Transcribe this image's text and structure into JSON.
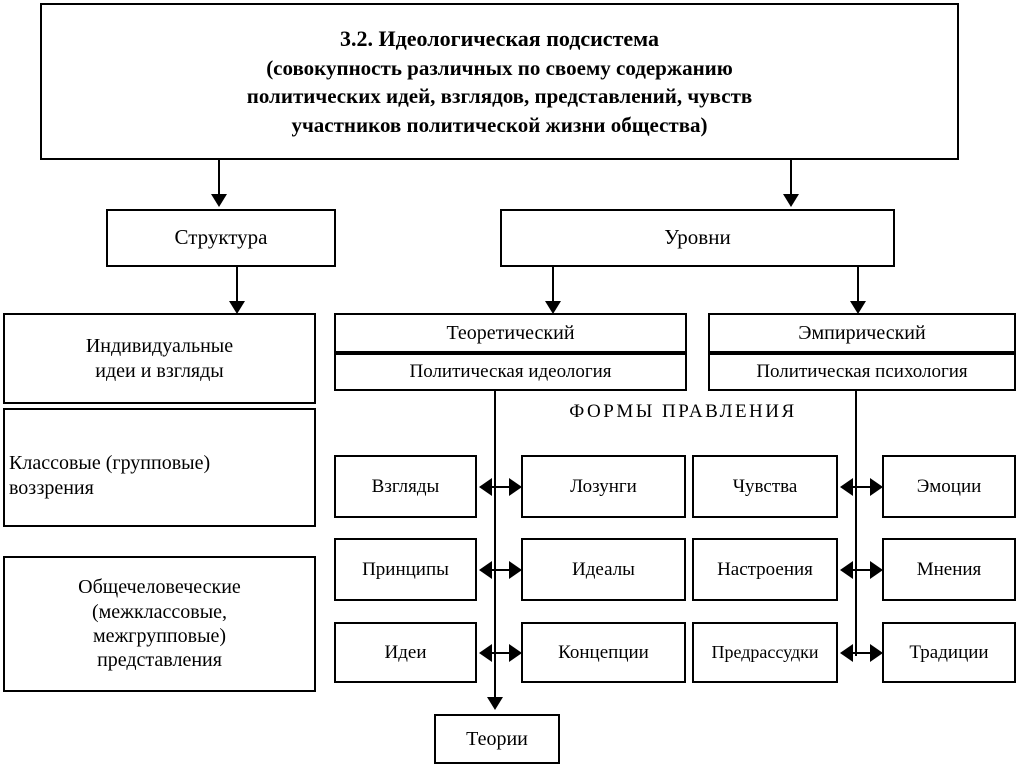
{
  "diagram": {
    "title_box": {
      "line1": "3.2. Идеологическая подсистема",
      "line2": "(совокупность различных по своему содержанию",
      "line3": "политических идей, взглядов, представлений, чувств",
      "line4": "участников политической жизни общества)"
    },
    "level2": {
      "structure": "Структура",
      "levels": "Уровни"
    },
    "structure_column": [
      {
        "line1": "Индивидуальные",
        "line2": "идеи и взгляды"
      },
      {
        "line1": "Классовые (групповые)",
        "line2": "воззрения"
      },
      {
        "line1": "Общечеловеческие",
        "line2": "(межклассовые,",
        "line3": "межгрупповые)",
        "line4": "представления"
      }
    ],
    "levels_columns": [
      {
        "header": "Теоретический",
        "subheader": "Политическая идеология"
      },
      {
        "header": "Эмпирический",
        "subheader": "Политическая психология"
      }
    ],
    "caption": "ФОРМЫ ПРАВЛЕНИЯ",
    "grid": {
      "rows": [
        {
          "theor_left": "Взгляды",
          "theor_right": "Лозунги",
          "emp_left": "Чувства",
          "emp_right": "Эмоции"
        },
        {
          "theor_left": "Принципы",
          "theor_right": "Идеалы",
          "emp_left": "Настроения",
          "emp_right": "Мнения"
        },
        {
          "theor_left": "Идеи",
          "theor_right": "Концепции",
          "emp_left": "Предрассудки",
          "emp_right": "Традиции"
        }
      ]
    },
    "bottom_box": "Теории"
  },
  "colors": {
    "stroke": "#000000",
    "fill": "#ffffff"
  }
}
